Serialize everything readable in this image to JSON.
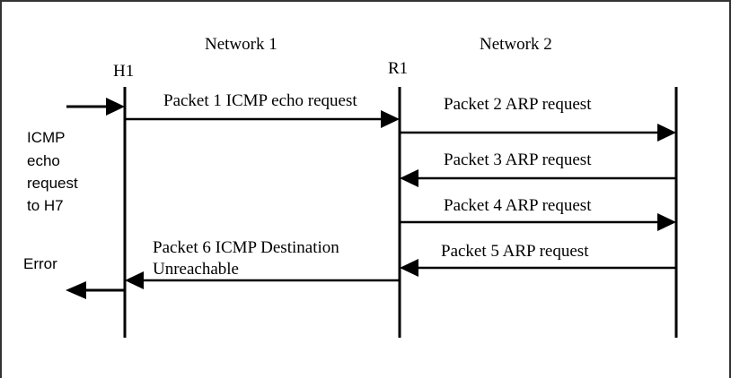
{
  "networks": {
    "network1": "Network 1",
    "network2": "Network 2"
  },
  "nodes": {
    "h1": "H1",
    "r1": "R1"
  },
  "left_notes": {
    "icmp_request_lines": [
      "ICMP",
      "echo",
      "request",
      "to H7"
    ],
    "error": "Error"
  },
  "messages": {
    "packet1": "Packet 1 ICMP echo request",
    "packet2": "Packet 2 ARP request",
    "packet3": "Packet 3 ARP request",
    "packet4": "Packet 4 ARP request",
    "packet5": "Packet 5 ARP request",
    "packet6_line1": "Packet 6 ICMP Destination",
    "packet6_line2": "Unreachable"
  },
  "colors": {
    "line": "#000000",
    "frame": "#333333"
  }
}
